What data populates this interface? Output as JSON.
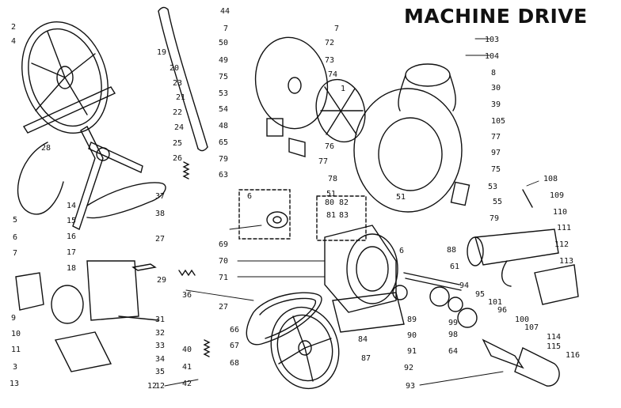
{
  "title": "MACHINE DRIVE",
  "part_numbers": [
    "2",
    "4",
    "19",
    "20",
    "23",
    "21",
    "22",
    "24",
    "25",
    "26",
    "28",
    "44",
    "7",
    "50",
    "49",
    "75",
    "53",
    "54",
    "48",
    "65",
    "79",
    "63",
    "7",
    "72",
    "73",
    "74",
    "1",
    "76",
    "77",
    "78",
    "51",
    "103",
    "104",
    "8",
    "30",
    "39",
    "105",
    "77",
    "97",
    "75",
    "53",
    "55",
    "79",
    "108",
    "109",
    "110",
    "111",
    "112",
    "113",
    "5",
    "6",
    "7",
    "14",
    "15",
    "16",
    "17",
    "18",
    "9",
    "10",
    "11",
    "12",
    "3",
    "13",
    "37",
    "38",
    "27",
    "29",
    "36",
    "6",
    "80",
    "82",
    "81",
    "83",
    "51",
    "69",
    "70",
    "71",
    "6",
    "88",
    "61",
    "94",
    "95",
    "101",
    "96",
    "100",
    "107",
    "114",
    "115",
    "116",
    "89",
    "90",
    "99",
    "98",
    "64",
    "91",
    "27",
    "66",
    "67",
    "68",
    "40",
    "41",
    "42",
    "84",
    "87",
    "92",
    "93",
    "31",
    "32",
    "33",
    "34",
    "35",
    "12"
  ],
  "colors": {
    "ink": "#111111",
    "paper": "#ffffff"
  }
}
